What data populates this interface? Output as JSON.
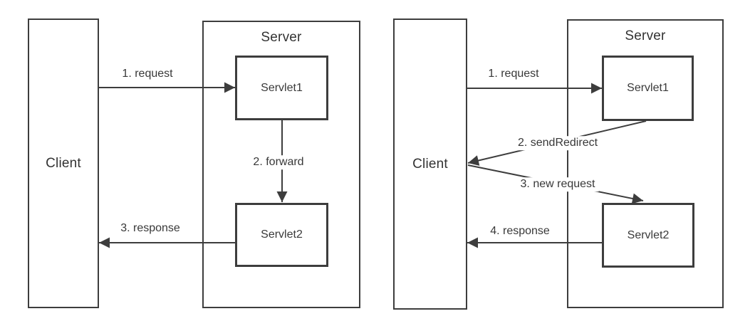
{
  "colors": {
    "line": "#3d3d3d",
    "text": "#333333",
    "label_text": "#383838",
    "background": "#ffffff"
  },
  "diagrams": [
    {
      "name": "forward-flow",
      "client_label": "Client",
      "server_label": "Server",
      "servlet1_label": "Servlet1",
      "servlet2_label": "Servlet2",
      "arrows": [
        {
          "label": "1. request",
          "from": "Client",
          "to": "Servlet1"
        },
        {
          "label": "2. forward",
          "from": "Servlet1",
          "to": "Servlet2"
        },
        {
          "label": "3. response",
          "from": "Servlet2",
          "to": "Client"
        }
      ]
    },
    {
      "name": "redirect-flow",
      "client_label": "Client",
      "server_label": "Server",
      "servlet1_label": "Servlet1",
      "servlet2_label": "Servlet2",
      "arrows": [
        {
          "label": "1. request",
          "from": "Client",
          "to": "Servlet1"
        },
        {
          "label": "2. sendRedirect",
          "from": "Servlet1",
          "to": "Client"
        },
        {
          "label": "3. new request",
          "from": "Client",
          "to": "Servlet2"
        },
        {
          "label": "4. response",
          "from": "Servlet2",
          "to": "Client"
        }
      ]
    }
  ]
}
